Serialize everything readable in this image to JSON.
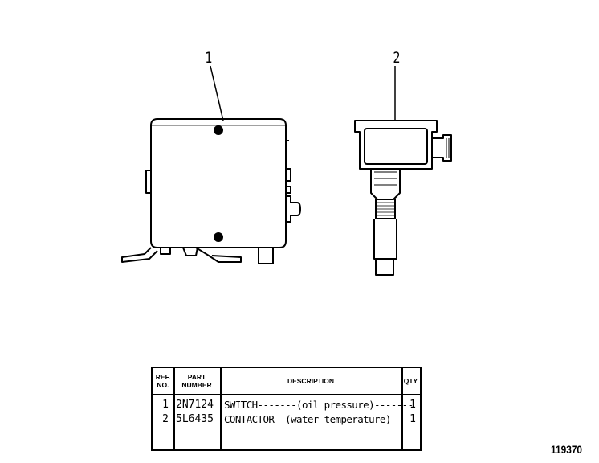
{
  "callouts": {
    "item1": "1",
    "item2": "2"
  },
  "parts_table": {
    "headers": {
      "ref_no_line1": "REF.",
      "ref_no_line2": "NO.",
      "part_number_line1": "PART",
      "part_number_line2": "NUMBER",
      "description": "DESCRIPTION",
      "qty": "QTY"
    },
    "rows": [
      {
        "ref": "1",
        "part": "2N7124",
        "description": "SWITCH-------(oil pressure)-------",
        "qty": "1"
      },
      {
        "ref": "2",
        "part": "5L6435",
        "description": "CONTACTOR--(water temperature)--",
        "qty": "1"
      }
    ]
  },
  "figure_number": "119370",
  "colors": {
    "ink": "#000000",
    "paper": "#ffffff"
  }
}
